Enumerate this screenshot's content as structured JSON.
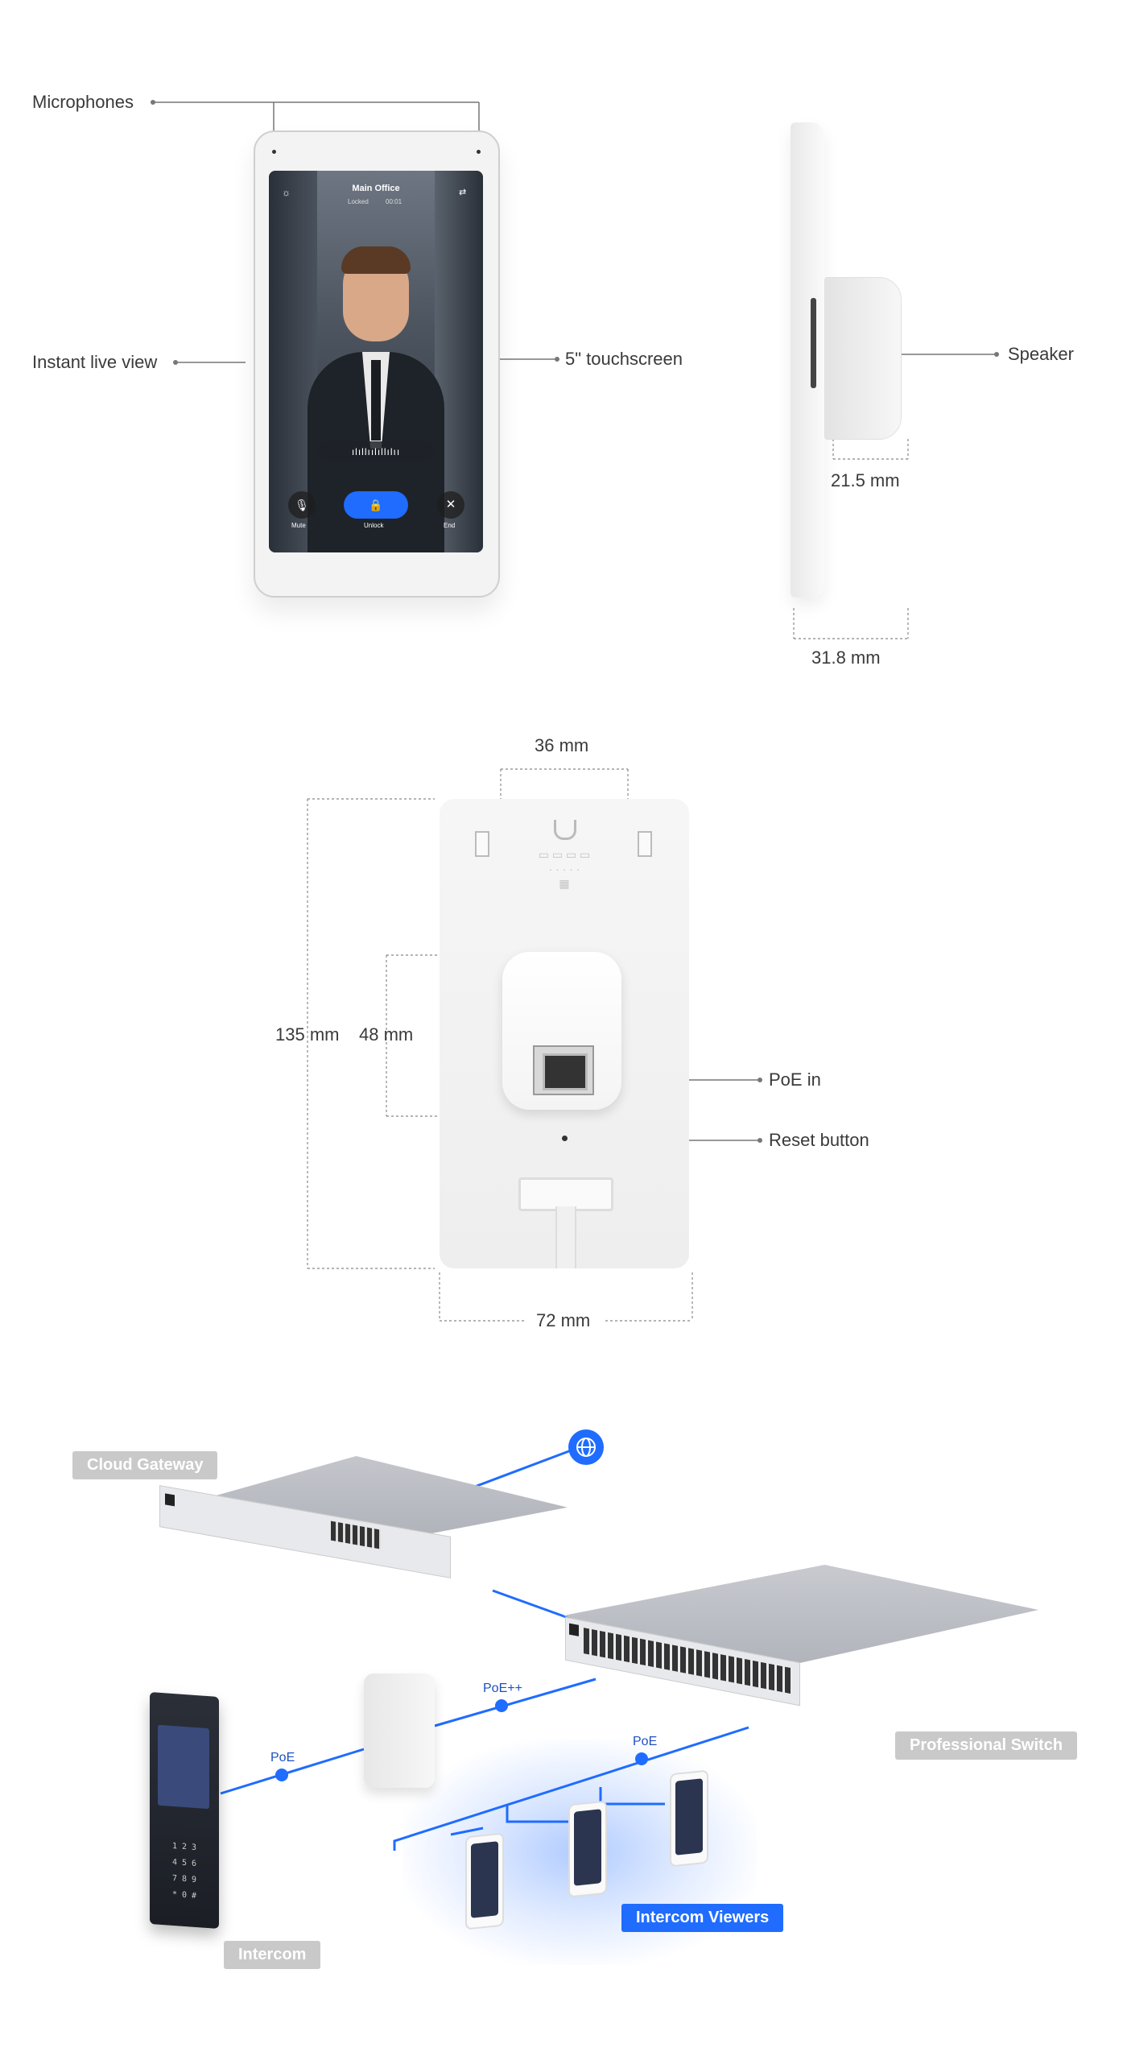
{
  "front": {
    "labels": {
      "microphones": "Microphones",
      "instant_live_view": "Instant live view",
      "touchscreen": "5\" touchscreen",
      "speaker": "Speaker"
    },
    "screen": {
      "title": "Main Office",
      "status": "Locked",
      "timer": "00:01",
      "mute": "Mute",
      "unlock": "Unlock",
      "end": "End"
    },
    "dims": {
      "depth_speaker": "21.5 mm",
      "depth_total": "31.8 mm"
    }
  },
  "back": {
    "labels": {
      "poe_in": "PoE in",
      "reset_button": "Reset button"
    },
    "dims": {
      "top_width": "36 mm",
      "height": "135 mm",
      "module_height": "48 mm",
      "width": "72 mm"
    }
  },
  "topology": {
    "cloud_gateway": "Cloud Gateway",
    "professional_switch": "Professional Switch",
    "intercom": "Intercom",
    "intercom_viewers": "Intercom Viewers",
    "poe": "PoE",
    "poe_plus_plus": "PoE++",
    "poe_viewers": "PoE",
    "link_color": "#1f6cff"
  }
}
